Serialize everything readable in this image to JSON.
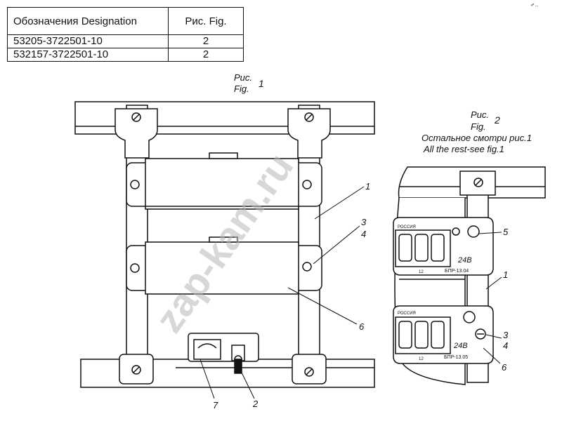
{
  "table": {
    "header_designation": "Обозначения Designation",
    "header_fig": "Рис. Fig.",
    "rows": [
      {
        "designation": "53205-3722501-10",
        "fig": "2"
      },
      {
        "designation": "532157-3722501-10",
        "fig": "2"
      }
    ]
  },
  "corner_mark": "✐ ...",
  "fig1": {
    "title_ru": "Рис.",
    "title_en": "Fig.",
    "number": "1"
  },
  "fig2": {
    "title_ru": "Рис.",
    "title_en": "Fig.",
    "number": "2",
    "note_ru": "Остальное смотри рис.1",
    "note_en": "All the rest-see fig.1"
  },
  "callouts_fig1": [
    "1",
    "3",
    "4",
    "6",
    "7",
    "2"
  ],
  "callouts_fig2": [
    "5",
    "1",
    "3",
    "4",
    "6"
  ],
  "block1": {
    "brand": "РОССИЯ",
    "voltage": "24В",
    "model": "БПР-13.04",
    "code": "12"
  },
  "block2": {
    "brand": "РОССИЯ",
    "voltage": "24В",
    "model": "БПР-13.05",
    "code": "12"
  },
  "watermark": "zap-kam.ru"
}
